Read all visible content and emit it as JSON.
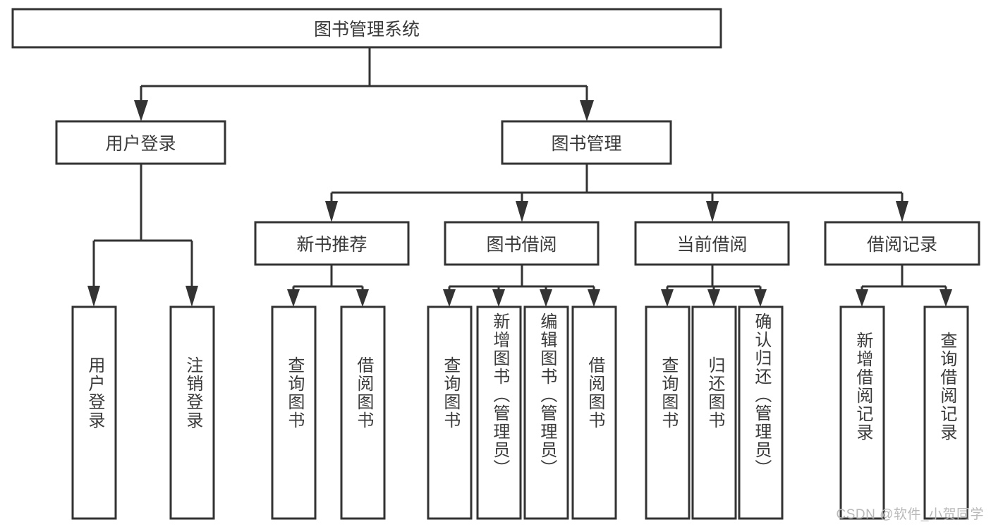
{
  "diagram": {
    "title": "图书管理系统",
    "type": "tree-hierarchy",
    "watermark": "CSDN @软件_小贺同学",
    "accent_color": "#333333",
    "box_fill": "#ffffff",
    "text_color": "#3a3a3a",
    "root": {
      "label": "图书管理系统"
    },
    "level2": [
      {
        "label": "用户登录"
      },
      {
        "label": "图书管理"
      }
    ],
    "level3": [
      {
        "label": "新书推荐"
      },
      {
        "label": "图书借阅"
      },
      {
        "label": "当前借阅"
      },
      {
        "label": "借阅记录"
      }
    ],
    "leaves": {
      "user_login": [
        {
          "label": "用户登录"
        },
        {
          "label": "注销登录"
        }
      ],
      "new_book": [
        {
          "label": "查询图书"
        },
        {
          "label": "借阅图书"
        }
      ],
      "book_borrow": [
        {
          "label": "查询图书"
        },
        {
          "label": "新增图书（管理员）"
        },
        {
          "label": "编辑图书（管理员）"
        },
        {
          "label": "借阅图书"
        }
      ],
      "current_borrow": [
        {
          "label": "查询图书"
        },
        {
          "label": "归还图书"
        },
        {
          "label": "确认归还（管理员）"
        }
      ],
      "borrow_record": [
        {
          "label": "新增借阅记录"
        },
        {
          "label": "查询借阅记录"
        }
      ]
    }
  }
}
